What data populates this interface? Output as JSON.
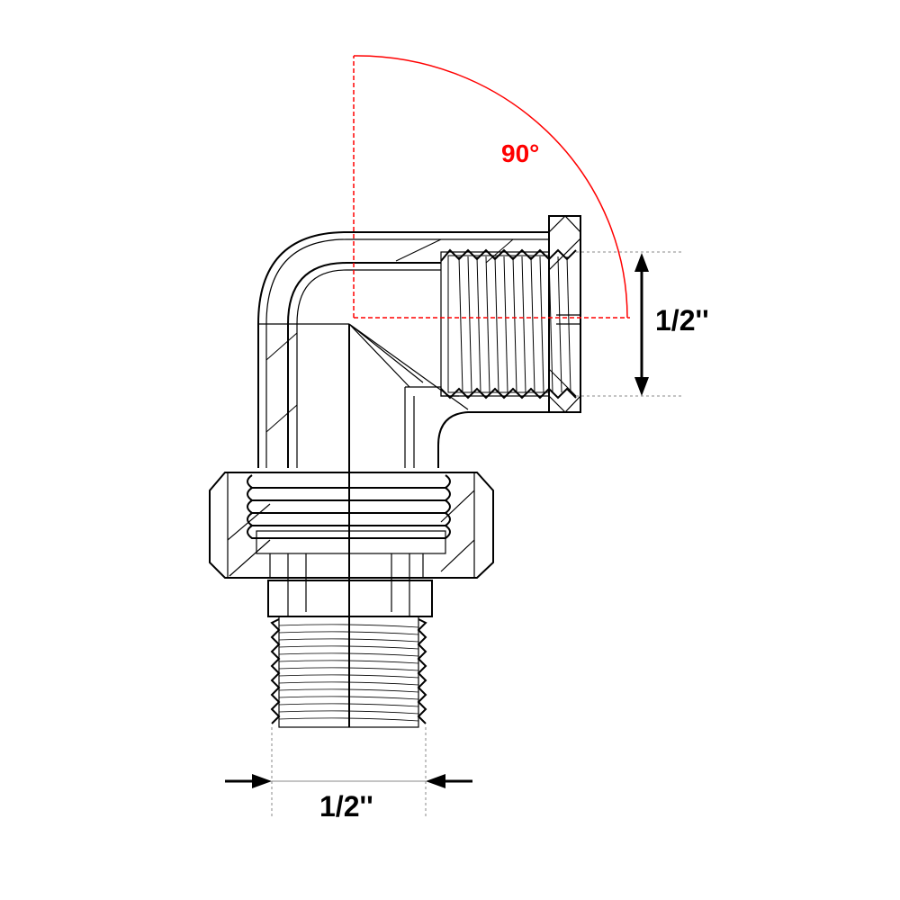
{
  "angle": {
    "label": "90°",
    "color": "#ff0000"
  },
  "dimensions": {
    "side_outlet": {
      "label": "1/2''"
    },
    "bottom_inlet": {
      "label": "1/2''"
    }
  },
  "colors": {
    "line": "#000000",
    "accent": "#ff0000",
    "leader": "#888888"
  }
}
